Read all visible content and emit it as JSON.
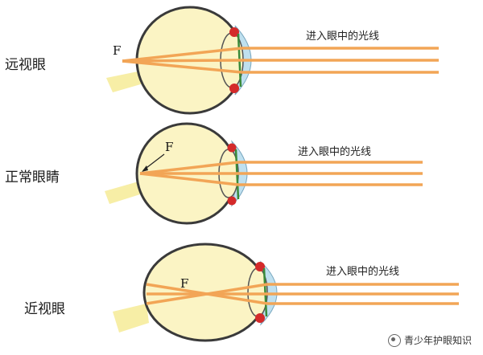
{
  "rows": [
    {
      "label": "远视眼",
      "caption": "进入眼中的光线",
      "focal": "F"
    },
    {
      "label": "正常眼睛",
      "caption": "进入眼中的光线",
      "focal": "F"
    },
    {
      "label": "近视眼",
      "caption": "进入眼中的光线",
      "focal": "F"
    }
  ],
  "watermark": {
    "text": "青少年护眼知识"
  },
  "colors": {
    "eyeball": "#fbf4c4",
    "eye_outline": "#3a3a3a",
    "ray": "#f2a556",
    "cornea": "#bfe0ef",
    "iris": "#d42a2a",
    "ciliary": "#3a8a3a",
    "beam": "#f7eea6"
  }
}
